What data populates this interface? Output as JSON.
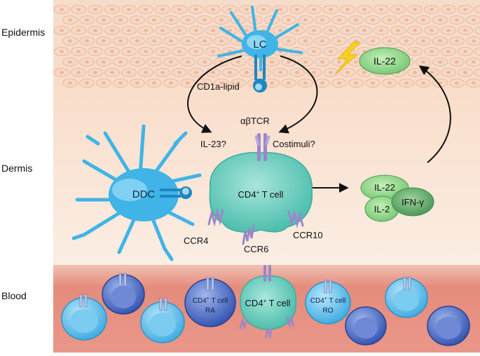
{
  "layers": {
    "epidermis": "Epidermis",
    "dermis": "Dermis",
    "blood": "Blood"
  },
  "cells": {
    "lc": "LC",
    "ddc": "DDC",
    "cd4_main": "CD4",
    "cd4_main_suffix": "+",
    "cd4_main_tail": " T cell",
    "blood_cd4": "CD4",
    "blood_cd4_sup": "+",
    "blood_cd4_tail": " T cell",
    "ra_cell_line1_a": "CD4",
    "ra_cell_line1_sup": "+",
    "ra_cell_line1_b": " T cell",
    "ra_cell_line2": "RA",
    "ro_cell_line1_a": "CD4",
    "ro_cell_line1_sup": "+",
    "ro_cell_line1_b": " T cell",
    "ro_cell_line2": "RO"
  },
  "labels": {
    "cd1a_lipid": "CD1a-lipid",
    "abtcr": "αβTCR",
    "il23": "IL-23?",
    "costimuli": "Costimuli?",
    "ccr4": "CCR4",
    "ccr6": "CCR6",
    "ccr10": "CCR10"
  },
  "cytokines": {
    "il22_top": "IL-22",
    "il22": "IL-22",
    "il2": "IL-2",
    "ifng": "IFN-γ"
  },
  "colors": {
    "epidermis_bg": "#f6dccb",
    "keratinocyte": "#efc6ad",
    "dermis_bg": "#fbe6d6",
    "blood_bg": "#e89a8c",
    "dc_blue": "#40b4e6",
    "receptor_blue": "#1f86c2",
    "tcell_teal": "#6fd0c0",
    "receptor_purple": "#9d86c9",
    "cytokine_green": "#7fd07a",
    "cytokine_dark_green": "#4e9a58",
    "lightning": "#f5d21f",
    "blood_cell_blue": "#4a6ec8",
    "blood_cell_light": "#6cc5ec"
  }
}
